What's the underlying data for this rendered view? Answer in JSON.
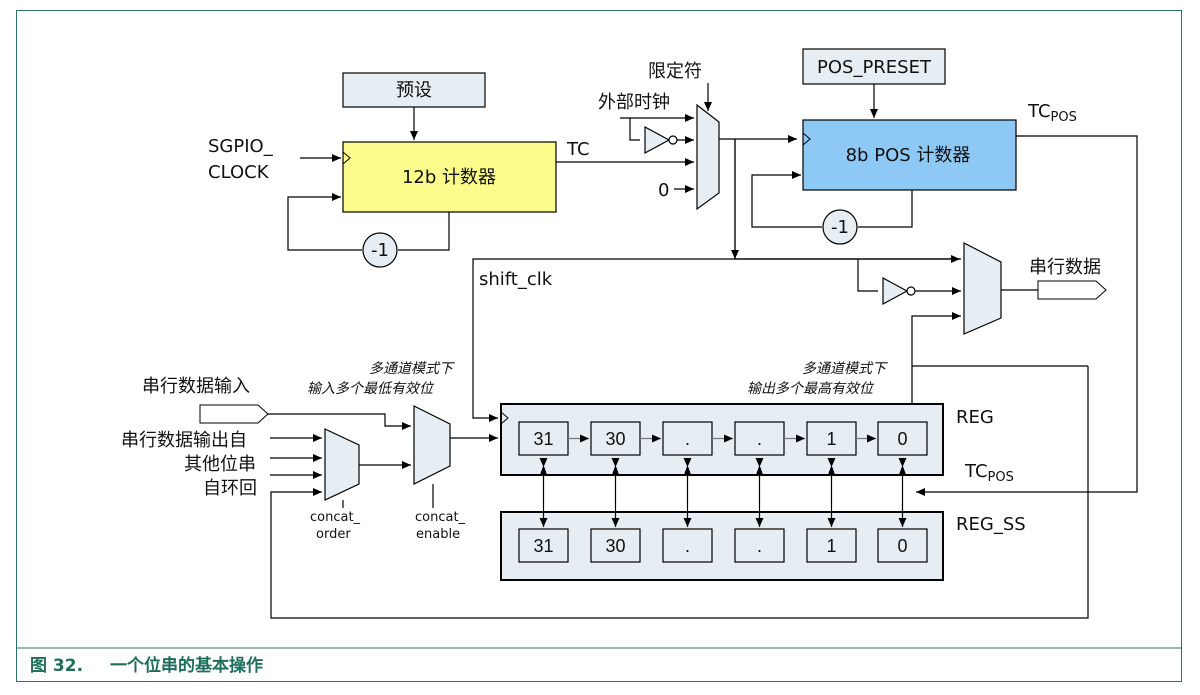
{
  "caption": {
    "number": "图 32.",
    "title": "一个位串的基本操作"
  },
  "blocks": {
    "preset": "预设",
    "counter12": "12b 计数器",
    "pos_preset": "POS_PRESET",
    "pos_counter": "8b POS 计数器",
    "dec_a": "-1",
    "dec_b": "-1",
    "reg": "REG",
    "reg_ss": "REG_SS"
  },
  "signals": {
    "sgpio_clock_1": "SGPIO_",
    "sgpio_clock_2": "CLOCK",
    "tc": "TC",
    "qualifier": "限定符",
    "ext_clock": "外部时钟",
    "zero": "0",
    "tc_pos_top": "TC",
    "tc_pos_top_sub": "POS",
    "tc_pos_mid": "TC",
    "tc_pos_mid_sub": "POS",
    "shift_clk": "shift_clk",
    "serial_data": "串行数据",
    "serial_data_in": "串行数据输入",
    "serial_out_from_1": "串行数据输出自",
    "serial_out_from_2": "其他位串",
    "self_loop": "自环回",
    "concat_order_1": "concat_",
    "concat_order_2": "order",
    "concat_enable_1": "concat_",
    "concat_enable_2": "enable",
    "multi_in_1": "多通道模式下",
    "multi_in_2": "输入多个最低有效位",
    "multi_out_1": "多通道模式下",
    "multi_out_2": "输出多个最高有效位"
  },
  "reg_cells": [
    "31",
    "30",
    ".",
    ".",
    "1",
    "0"
  ],
  "reg_ss_cells": [
    "31",
    "30",
    ".",
    ".",
    "1",
    "0"
  ],
  "colors": {
    "counter12_fill": "#fcfc8c",
    "pos_counter_fill": "#8ec9f5",
    "block_fill": "#e6edf3",
    "caption": "#1f6d5c",
    "frame": "#2e7466"
  }
}
